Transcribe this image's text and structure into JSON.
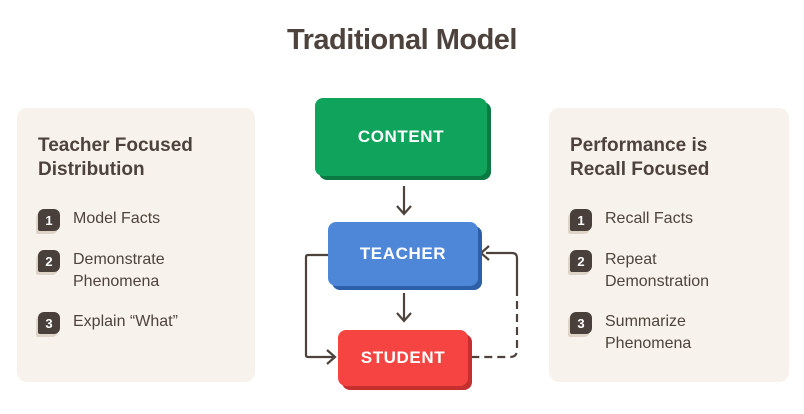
{
  "title": "Traditional Model",
  "left_panel": {
    "heading_line1": "Teacher Focused",
    "heading_line2": "Distribution",
    "items": [
      {
        "num": "1",
        "line1": "Model Facts",
        "line2": ""
      },
      {
        "num": "2",
        "line1": "Demonstrate",
        "line2": "Phenomena"
      },
      {
        "num": "3",
        "line1": "Explain “What”",
        "line2": ""
      }
    ]
  },
  "right_panel": {
    "heading_line1": "Performance is",
    "heading_line2": "Recall Focused",
    "items": [
      {
        "num": "1",
        "line1": "Recall Facts",
        "line2": ""
      },
      {
        "num": "2",
        "line1": "Repeat",
        "line2": "Demonstration"
      },
      {
        "num": "3",
        "line1": "Summarize",
        "line2": "Phenomena"
      }
    ]
  },
  "flow": {
    "content_label": "CONTENT",
    "teacher_label": "TEACHER",
    "student_label": "STUDENT"
  },
  "colors": {
    "content_green": "#0fa35b",
    "content_green_dark": "#0a7a42",
    "teacher_blue": "#4f87d8",
    "teacher_blue_dark": "#2e5fa9",
    "student_red": "#f54441",
    "student_red_dark": "#c52f2f",
    "panel_background": "#f7f3ec",
    "badge_background": "#4a403b",
    "text_dark": "#4d433c",
    "arrow_color": "#4d433c"
  }
}
